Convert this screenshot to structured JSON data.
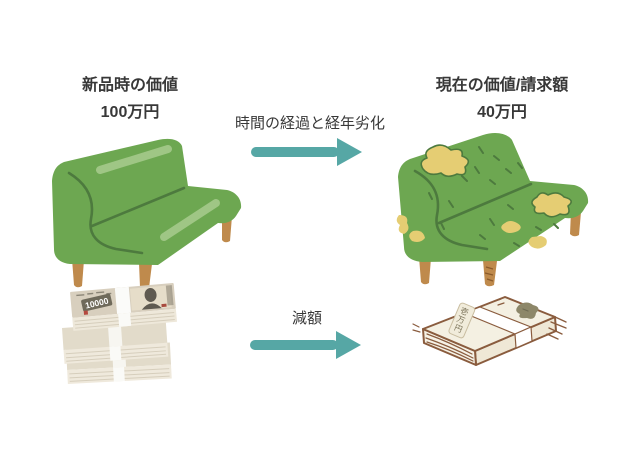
{
  "diagram": {
    "left": {
      "title_line1": "新品時の価値",
      "title_line2": "100万円",
      "money_bill_value": "10000"
    },
    "right": {
      "title_line1": "現在の価値/請求額",
      "title_line2": "40万円",
      "money_band_label_chars": [
        "壱",
        "万",
        "円"
      ]
    },
    "arrows": {
      "top_label": "時間の経過と経年劣化",
      "bottom_label": "減額"
    }
  },
  "colors": {
    "text": "#383838",
    "arrow_teal": "#56a7a5",
    "sofa_green": "#6da751",
    "sofa_line_dark": "#4d7a3e",
    "sofa_highlight": "#9fc685",
    "sofa_leg_brown": "#bf8a4c",
    "patch_yellow": "#e5cd73",
    "money_outline_brown": "#8a5c3e",
    "bill_beige": "#d8cfbe",
    "bill_cream_side": "#eee8da"
  }
}
